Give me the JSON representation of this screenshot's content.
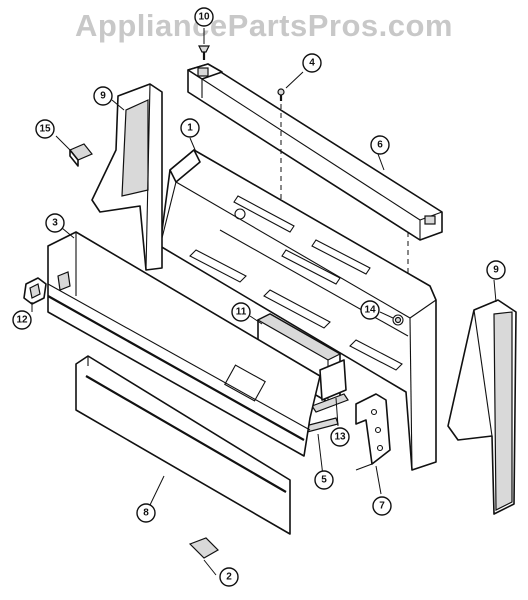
{
  "watermark": "AppliancePartsPros.com",
  "callouts": [
    {
      "id": "c1",
      "label": "1"
    },
    {
      "id": "c2",
      "label": "2"
    },
    {
      "id": "c3",
      "label": "3"
    },
    {
      "id": "c4",
      "label": "4"
    },
    {
      "id": "c5",
      "label": "5"
    },
    {
      "id": "c6",
      "label": "6"
    },
    {
      "id": "c7",
      "label": "7"
    },
    {
      "id": "c8",
      "label": "8"
    },
    {
      "id": "c9a",
      "label": "9"
    },
    {
      "id": "c9b",
      "label": "9"
    },
    {
      "id": "c10",
      "label": "10"
    },
    {
      "id": "c11",
      "label": "11"
    },
    {
      "id": "c12",
      "label": "12"
    },
    {
      "id": "c13",
      "label": "13"
    },
    {
      "id": "c14",
      "label": "14"
    },
    {
      "id": "c15",
      "label": "15"
    }
  ]
}
